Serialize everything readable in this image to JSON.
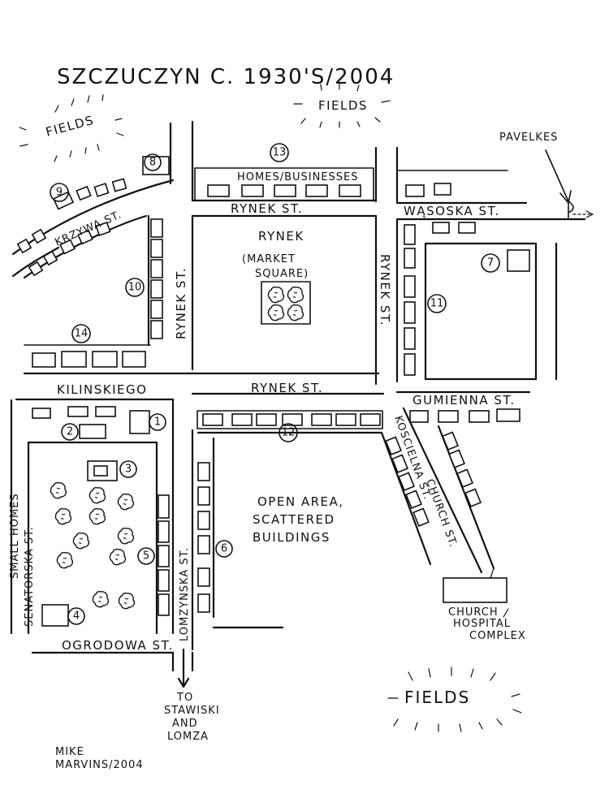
{
  "title": "SZCZUCZYN C. 1930'S/2004",
  "signature": [
    "MIKE",
    "MARVINS/2004"
  ],
  "fields": [
    "FIELDS",
    "FIELDS",
    "FIELDS"
  ],
  "streets": {
    "krzywa": "KRZYWA ST.",
    "rynek_top": "RYNEK ST.",
    "rynek_bottom": "RYNEK ST.",
    "rynek_left": "RYNEK ST.",
    "rynek_right": "RYNEK ST.",
    "wasosoka": "WĄSOSKA ST.",
    "kilinskiego": "KILINSKIEGO",
    "gumienna": "GUMIENNA ST.",
    "koscielna": "KOSCIELNA ST.",
    "church_st": "CHURCH ST.",
    "senatorska": "SENATORSKA ST.",
    "lomzynska": "LOMZYNSKA ST.",
    "ogrodowa": "OGRODOWA ST."
  },
  "areas": {
    "homes_businesses": "HOMES/BUSINESSES",
    "rynek": "RYNEK",
    "market_square": [
      "(MARKET",
      "SQUARE)"
    ],
    "open_area": [
      "OPEN AREA,",
      "SCATTERED",
      "BUILDINGS"
    ],
    "small_homes": "SMALL HOMES",
    "church_complex": [
      "CHURCH",
      "HOSPITAL",
      "COMPLEX"
    ],
    "pavelkes": "PAVELKES",
    "to_towns": [
      "TO",
      "STAWISKI",
      "AND",
      "LOMZA"
    ]
  },
  "markers": [
    "1",
    "2",
    "3",
    "4",
    "5",
    "6",
    "7",
    "8",
    "9",
    "10",
    "11",
    "12",
    "13",
    "14"
  ]
}
